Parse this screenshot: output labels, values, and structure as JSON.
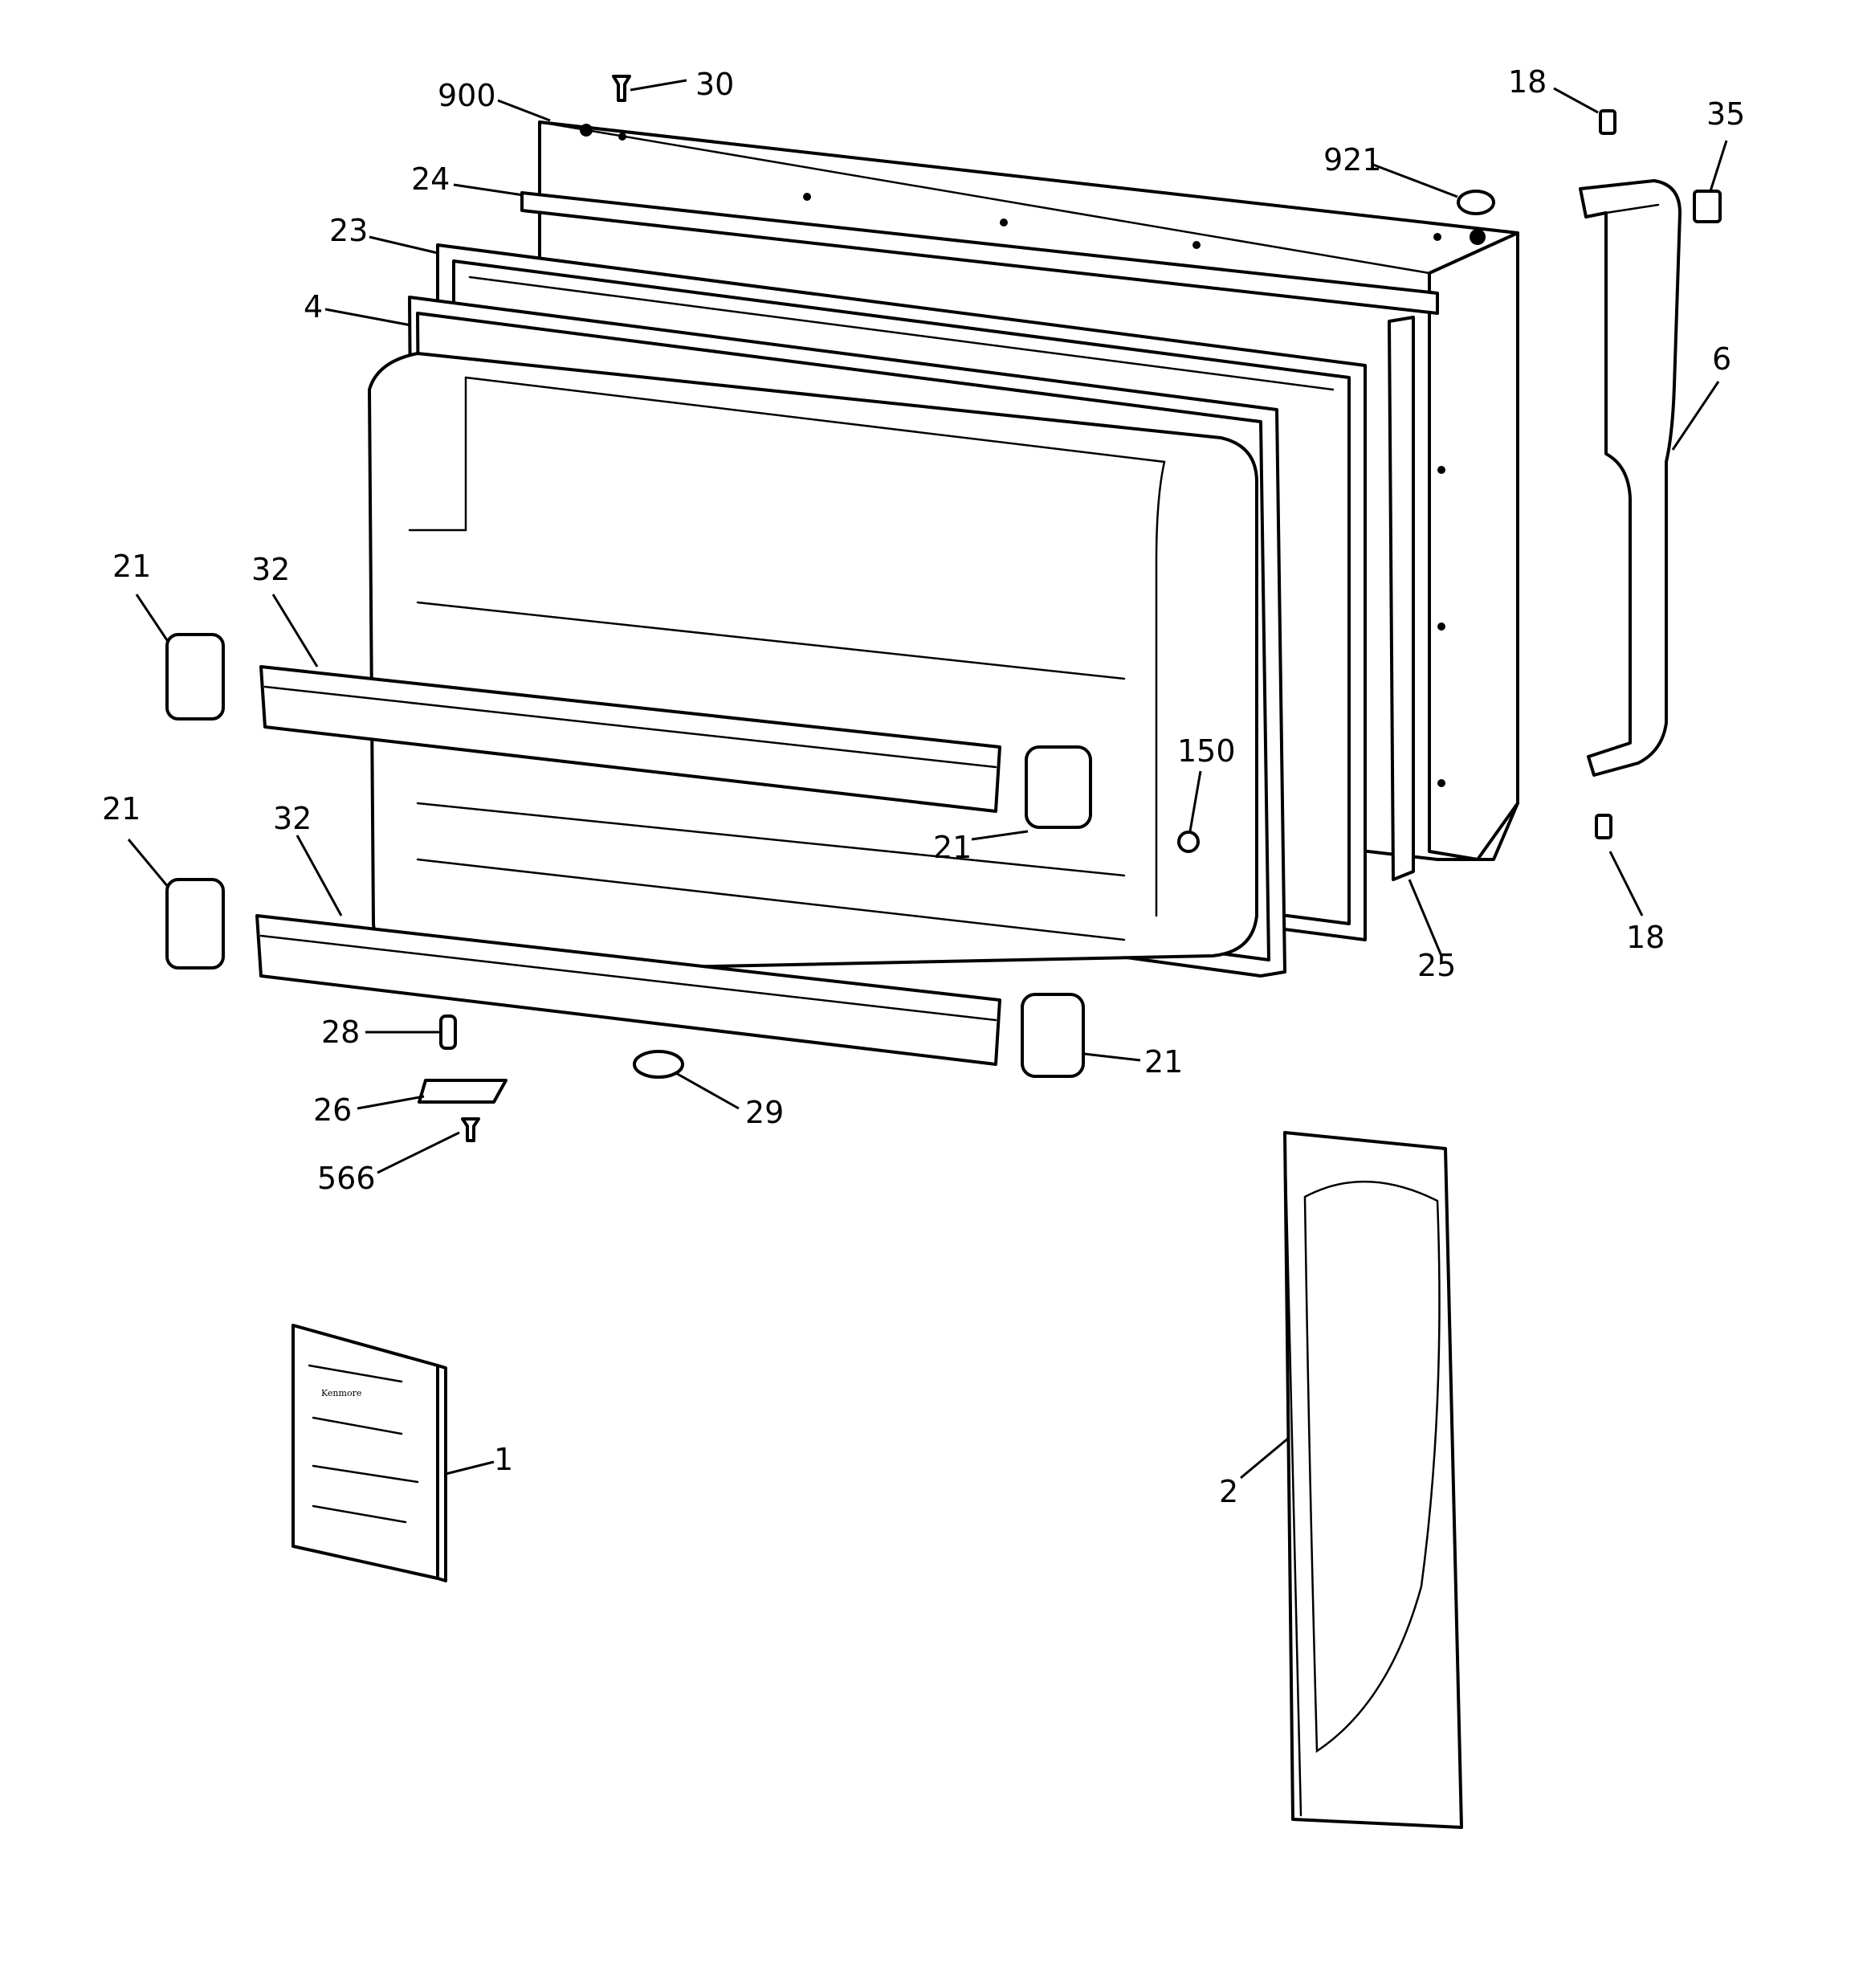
{
  "callouts": [
    {
      "id": "c900",
      "text": "900"
    },
    {
      "id": "c30",
      "text": "30"
    },
    {
      "id": "c24",
      "text": "24"
    },
    {
      "id": "c23",
      "text": "23"
    },
    {
      "id": "c4",
      "text": "4"
    },
    {
      "id": "c921",
      "text": "921"
    },
    {
      "id": "c18a",
      "text": "18"
    },
    {
      "id": "c35",
      "text": "35"
    },
    {
      "id": "c6",
      "text": "6"
    },
    {
      "id": "c21a",
      "text": "21"
    },
    {
      "id": "c32a",
      "text": "32"
    },
    {
      "id": "c21b",
      "text": "21"
    },
    {
      "id": "c32b",
      "text": "32"
    },
    {
      "id": "c150",
      "text": "150"
    },
    {
      "id": "c21c",
      "text": "21"
    },
    {
      "id": "c18b",
      "text": "18"
    },
    {
      "id": "c25",
      "text": "25"
    },
    {
      "id": "c28",
      "text": "28"
    },
    {
      "id": "c26",
      "text": "26"
    },
    {
      "id": "c566",
      "text": "566"
    },
    {
      "id": "c29",
      "text": "29"
    },
    {
      "id": "c21d",
      "text": "21"
    },
    {
      "id": "c1",
      "text": "1"
    },
    {
      "id": "c2",
      "text": "2"
    }
  ],
  "manual": {
    "brand": "Kenmore"
  }
}
